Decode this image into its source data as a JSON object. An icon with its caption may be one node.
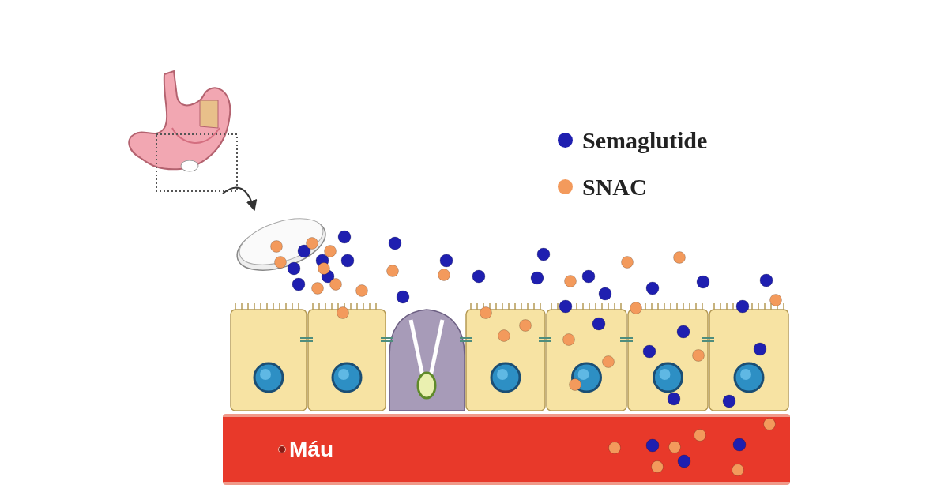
{
  "diagram": {
    "nodes": [
      {
        "text": [],
        "shape": "picture"
      },
      {
        "text": [],
        "shape": "picture"
      },
      {
        "text": [
          "Máu"
        ]
      }
    ],
    "edges": [
      {
        "from": 0,
        "to": 1,
        "arrow": "to"
      }
    ],
    "legend": [
      {
        "text": "Semaglutide",
        "color": "#1f1fb0"
      },
      {
        "text": "SNAC",
        "color": "#f39a5c"
      }
    ]
  }
}
